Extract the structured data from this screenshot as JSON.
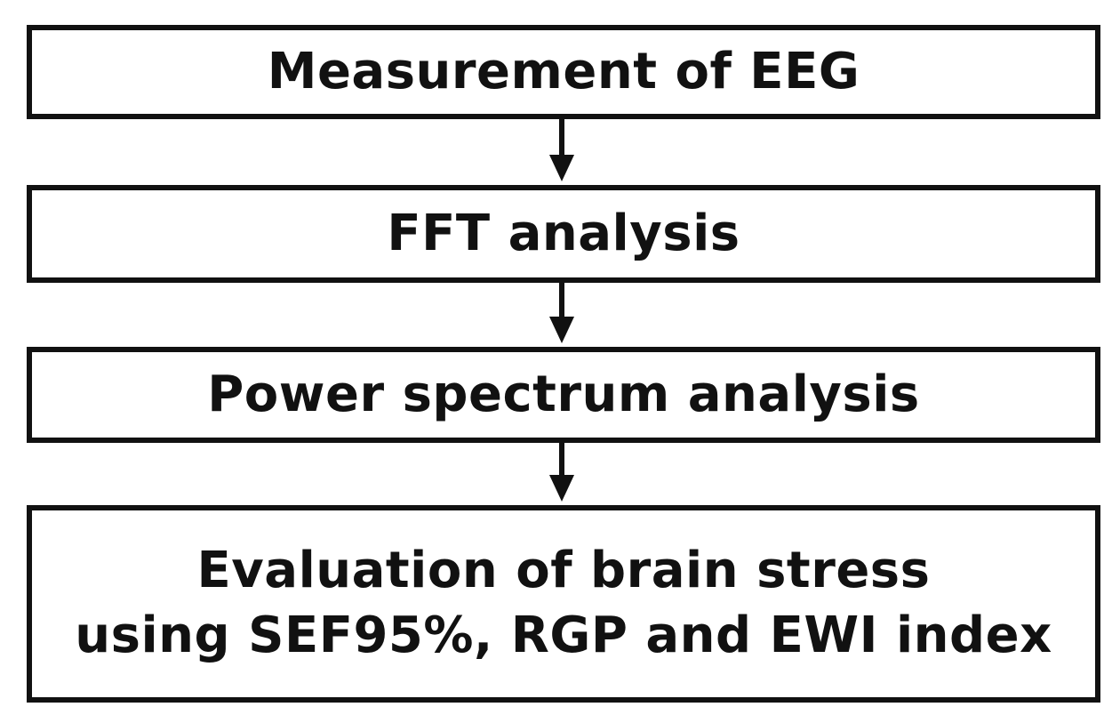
{
  "flowchart": {
    "steps": [
      {
        "label": "Measurement of EEG"
      },
      {
        "label": "FFT analysis"
      },
      {
        "label": "Power spectrum analysis"
      },
      {
        "lines": [
          "Evaluation of brain stress",
          "using SEF95%, RGP and EWI index"
        ]
      }
    ],
    "colors": {
      "stroke": "#111111",
      "background": "#ffffff"
    }
  }
}
